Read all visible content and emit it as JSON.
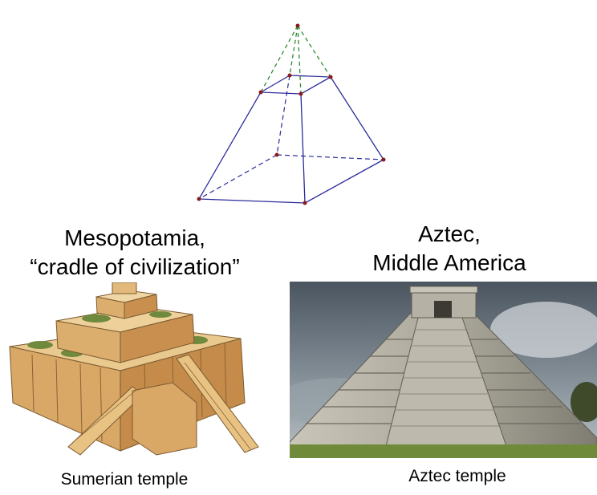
{
  "headings": {
    "mesopotamia": {
      "line1": "Mesopotamia,",
      "line2": "“cradle of civilization”"
    },
    "aztec": {
      "line1": "Aztec,",
      "line2": "Middle America"
    }
  },
  "captions": {
    "sumerian": "Sumerian temple",
    "aztec": "Aztec temple"
  },
  "colors": {
    "edge": "#2b2b9a",
    "apex_extension": "#2e8b2e",
    "vertex": "#8b1a1a"
  }
}
